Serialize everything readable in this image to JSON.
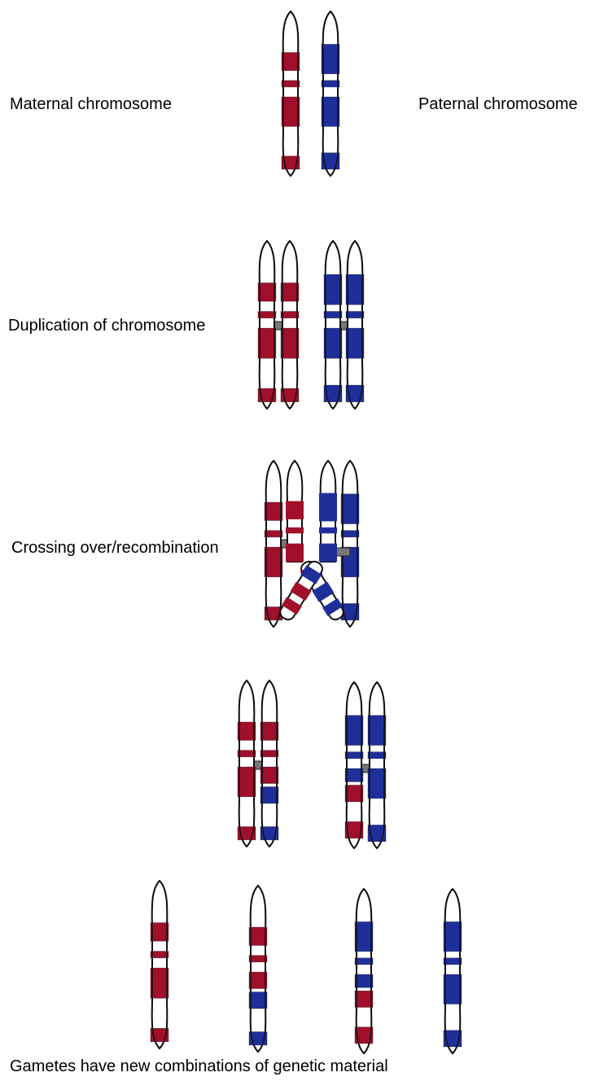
{
  "labels": {
    "maternal": "Maternal chromosome",
    "paternal": "Paternal chromosome",
    "duplication": "Duplication of chromosome",
    "crossing": "Crossing over/recombination",
    "gametes": "Gametes have new combinations of genetic material"
  },
  "colors": {
    "maternal": "#a0102a",
    "paternal": "#1f2f9a",
    "outline": "#111111",
    "background": "#ffffff"
  }
}
